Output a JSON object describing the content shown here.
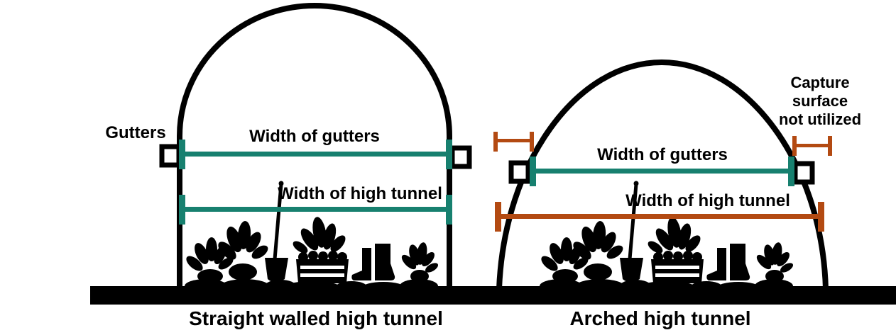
{
  "diagram": {
    "left": {
      "caption": "Straight walled high tunnel",
      "gutters_label": "Gutters",
      "width_of_gutters": "Width of gutters",
      "width_of_high_tunnel": "Width of high tunnel"
    },
    "right": {
      "caption": "Arched high tunnel",
      "width_of_gutters": "Width of gutters",
      "width_of_high_tunnel": "Width of high tunnel",
      "capture_note": [
        "Capture",
        "surface",
        "not utilized"
      ]
    },
    "colors": {
      "teal": "#17806f",
      "orange": "#b34a12",
      "ink": "#000000",
      "background": "#ffffff"
    }
  }
}
